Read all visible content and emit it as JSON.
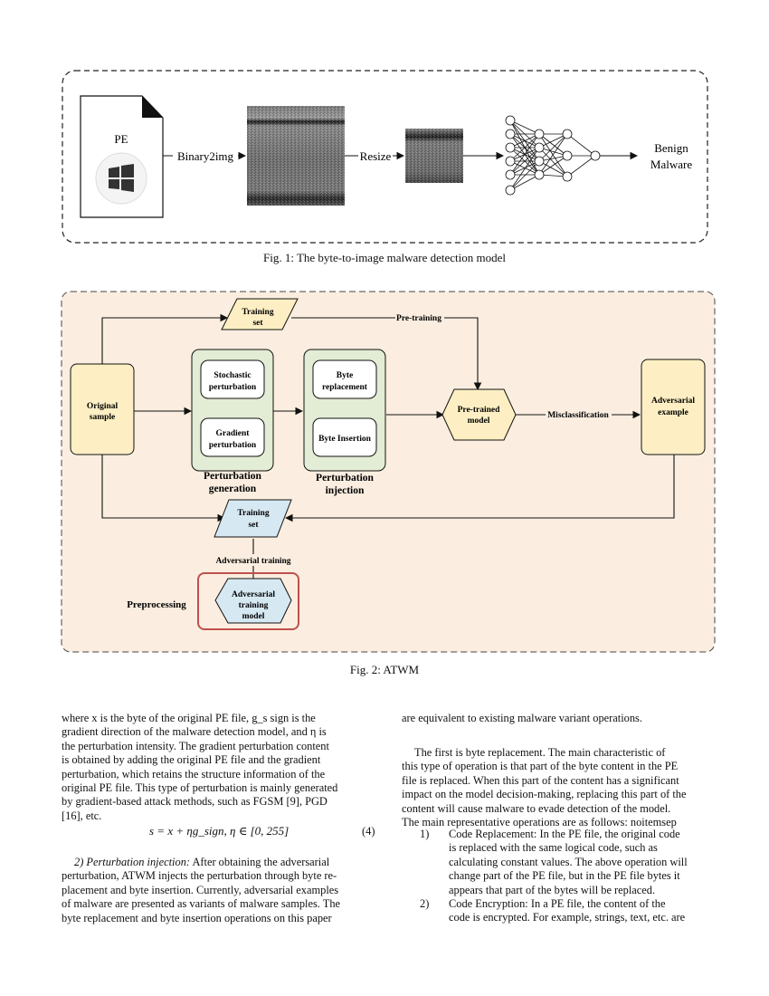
{
  "figure1": {
    "pe_label": "PE",
    "binary2img_label": "Binary2img",
    "resize_label": "Resize",
    "output_label_1": "Benign",
    "output_label_2": "Malware",
    "caption": "Fig. 1: The byte-to-image malware detection model"
  },
  "figure2": {
    "training_set_top": [
      "Training",
      "set"
    ],
    "pre_training_label": "Pre-training",
    "original_sample": [
      "Original",
      "sample"
    ],
    "stochastic_perturbation": [
      "Stochastic",
      "perturbation"
    ],
    "gradient_perturbation": [
      "Gradient",
      "perturbation"
    ],
    "perturbation_generation": [
      "Perturbation",
      "generation"
    ],
    "byte_replacement": [
      "Byte",
      "replacement"
    ],
    "byte_insertion": "Byte Insertion",
    "perturbation_injection": [
      "Perturbation",
      "injection"
    ],
    "pretrained_model": [
      "Pre-trained",
      "model"
    ],
    "misclassification_label": "Misclassification",
    "adversarial_example": [
      "Adversarial",
      "example"
    ],
    "training_set_bottom": [
      "Training",
      "set"
    ],
    "adversarial_training_label": "Adversarial training",
    "preprocessing_label": "Preprocessing",
    "adversarial_training_model": [
      "Adversarial",
      "training",
      "model"
    ],
    "caption": "Fig. 2: ATWM"
  },
  "left_column": {
    "para1_lines": [
      "where x is the byte of the original PE file, g_s sign is the",
      "gradient direction of the malware detection model, and η is",
      "the perturbation intensity. The gradient perturbation content",
      "is obtained by adding the original PE file and the gradient",
      "perturbation, which retains the structure information of the",
      "original PE file. This type of perturbation is mainly generated",
      "by gradient-based attack methods, such as FGSM [9], PGD",
      "[16], etc."
    ],
    "equation": "s = x + ηg_sign, η ∈ [0, 255]",
    "equation_number": "(4)",
    "section_heading": "2) Perturbation injection:",
    "para2_lines": [
      "After obtaining the adversarial",
      "perturbation, ATWM injects the perturbation through byte re-",
      "placement and byte insertion. Currently, adversarial examples",
      "of malware are presented as variants of malware samples. The",
      "byte replacement and byte insertion operations on this paper"
    ]
  },
  "right_column": {
    "para1_line": "are equivalent to existing malware variant operations.",
    "para2_lines": [
      "The first is byte replacement. The main characteristic of",
      "this type of operation is that part of the byte content in the PE",
      "file is replaced. When this part of the content has a significant",
      "impact on the model decision-making, replacing this part of the",
      "content will cause malware to evade detection of the model.",
      "The main representative operations are as follows: noitemsep"
    ],
    "list": [
      {
        "number": "1)",
        "lines": [
          "Code Replacement: In the PE file, the original code",
          "is replaced with the same logical code, such as",
          "calculating constant values. The above operation will",
          "change part of the PE file, but in the PE file bytes it",
          "appears that part of the bytes will be replaced."
        ]
      },
      {
        "number": "2)",
        "lines": [
          "Code Encryption: In a PE file, the content of the",
          "code is encrypted. For example, strings, text, etc. are"
        ]
      }
    ]
  },
  "colors": {
    "fig2_background": "#fbeee0",
    "yellow_fill": "#fdefc3",
    "green_fill": "#e3ecd4",
    "blue_fill": "#d6e9f3",
    "red_border": "#c0504d"
  }
}
